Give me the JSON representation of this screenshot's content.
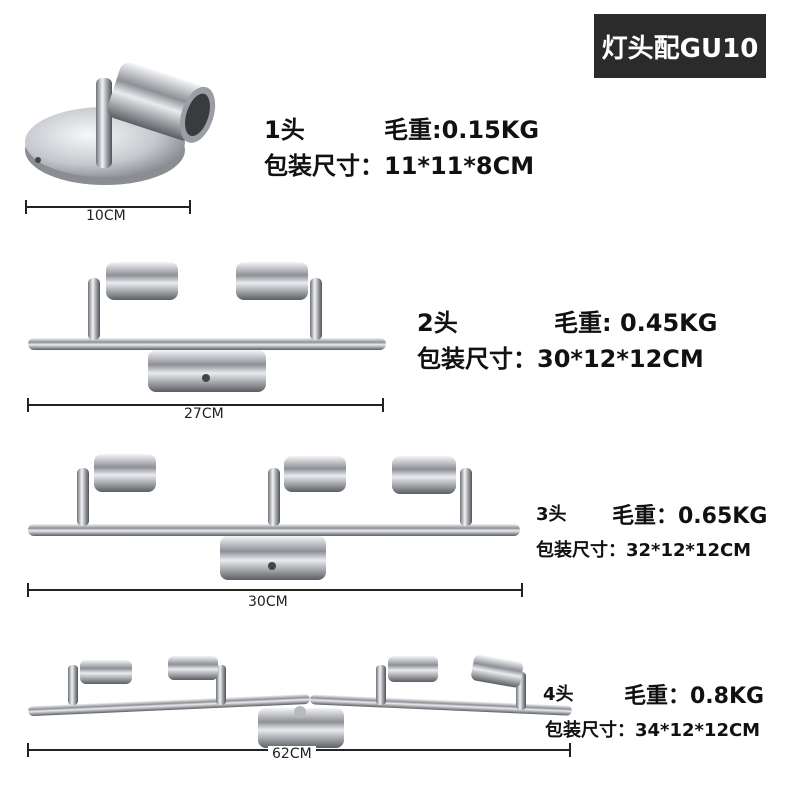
{
  "badge": {
    "label": "灯头配GU10"
  },
  "products": [
    {
      "heads": "1头",
      "weight": "毛重:0.15KG",
      "package": "包装尺寸：11*11*8CM",
      "width": "10CM"
    },
    {
      "heads": "2头",
      "weight": "毛重: 0.45KG",
      "package": "包装尺寸：30*12*12CM",
      "width": "27CM"
    },
    {
      "heads": "3头",
      "weight": "毛重：0.65KG",
      "package": "包装尺寸：32*12*12CM",
      "width": "30CM"
    },
    {
      "heads": "4头",
      "weight": "毛重：0.8KG",
      "package": "包装尺寸：34*12*12CM",
      "width": "62CM"
    }
  ],
  "colors": {
    "badge_bg": "#2b2b2b",
    "chrome": "#c9ccd1"
  }
}
